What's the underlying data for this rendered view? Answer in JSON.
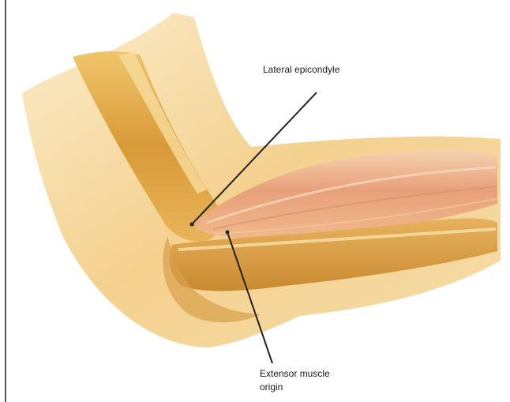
{
  "labels": {
    "lateral_epicondyle": "Lateral epicondyle",
    "extensor_line1": "Extensor muscle",
    "extensor_line2": "origin"
  },
  "colors": {
    "skin": "#f3cf8a",
    "skin_light": "#f8e2b2",
    "bone": "#d9a54a",
    "muscle": "#e8a276",
    "muscle_light": "#f2c7a4",
    "tendon": "#c4862e",
    "leader_line": "#222222"
  }
}
